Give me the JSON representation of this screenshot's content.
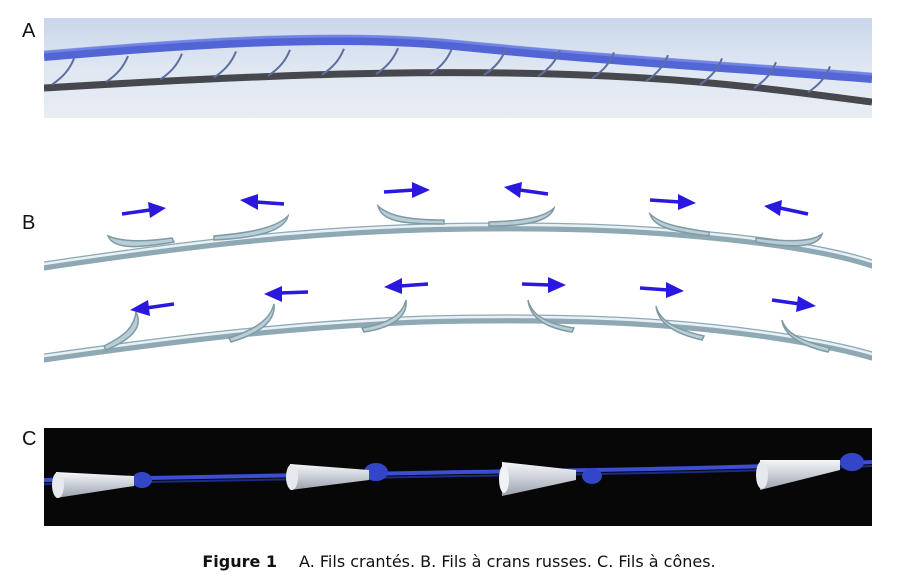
{
  "panels": {
    "a": {
      "label": "A"
    },
    "b": {
      "label": "B"
    },
    "c": {
      "label": "C"
    }
  },
  "caption": {
    "figure_label": "Figure 1",
    "text": "A. Fils crantés. B. Fils à crans russes. C. Fils à cônes."
  },
  "colors": {
    "thread_blue": "#3b4fd0",
    "thread_grey": "#a7c1cb",
    "arrow": "#2a18e0",
    "cone": "#d9dde3"
  }
}
